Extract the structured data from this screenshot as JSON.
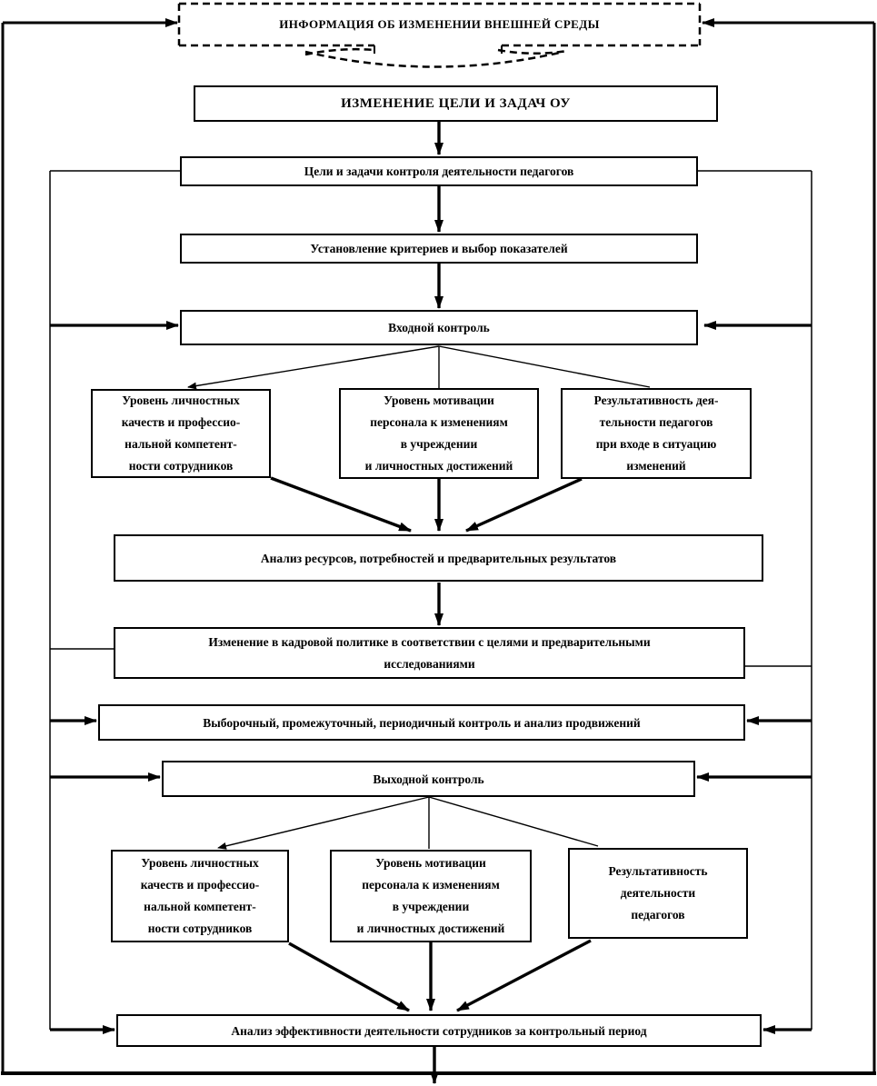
{
  "diagram": {
    "description": "Flowchart of pedagogical staff activity control in an educational institution under external change",
    "colors": {
      "line": "#000000",
      "box_background": "#ffffff",
      "text": "#000000"
    },
    "nodes": {
      "info_env": {
        "label": "ИНФОРМАЦИЯ ОБ ИЗМЕНЕНИИ ВНЕШНЕЙ СРЕДЫ"
      },
      "change_goals": {
        "label": "ИЗМЕНЕНИЕ ЦЕЛИ И ЗАДАЧ ОУ"
      },
      "control_goals": {
        "label": "Цели и задачи контроля деятельности педагогов"
      },
      "criteria": {
        "label": "Установление критериев и выбор показателей"
      },
      "input_control": {
        "label": "Входной контроль"
      },
      "in_personal": {
        "label": "Уровень личностных\nкачеств и профессио-\nнальной компетент-\nности сотрудников"
      },
      "in_motivation": {
        "label": "Уровень мотивации\nперсонала к изменениям\nв учреждении\nи личностных достижений"
      },
      "in_performance": {
        "label": "Результативность дея-\nтельности педагогов\nпри входе в ситуацию\nизменений"
      },
      "analysis_resources": {
        "label": "Анализ ресурсов, потребностей и предварительных результатов"
      },
      "hr_policy": {
        "label": "Изменение в кадровой политике в соответствии с целями и предварительными\nисследованиями"
      },
      "periodic_control": {
        "label": "Выборочный, промежуточный, периодичный контроль и анализ продвижений"
      },
      "output_control": {
        "label": "Выходной контроль"
      },
      "out_personal": {
        "label": "Уровень личностных\nкачеств и профессио-\nнальной компетент-\nности сотрудников"
      },
      "out_motivation": {
        "label": "Уровень мотивации\nперсонала к изменениям\nв учреждении\nи личностных достижений"
      },
      "out_performance": {
        "label": "Результативность\nдеятельности\nпедагогов"
      },
      "analysis_efficiency": {
        "label": "Анализ эффективности деятельности сотрудников за контрольный период"
      }
    }
  }
}
